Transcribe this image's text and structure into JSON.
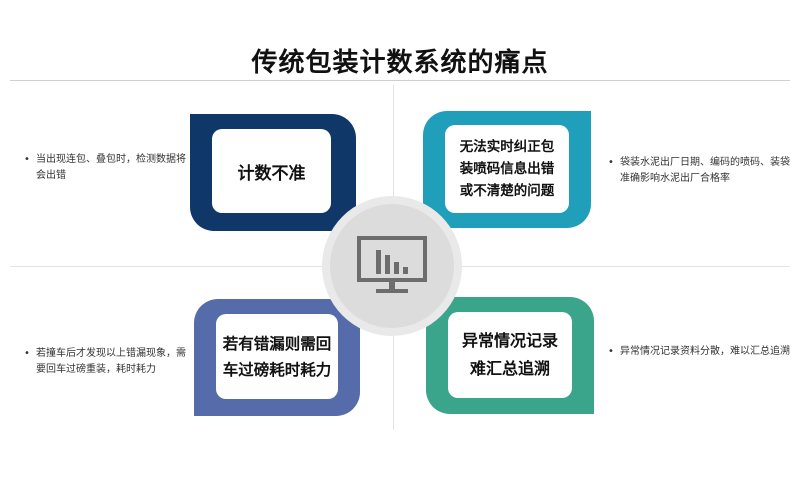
{
  "title": "传统包装计数系统的痛点",
  "colors": {
    "top_left": "#0f3869",
    "top_right": "#1f9fb9",
    "bottom_left": "#566ba9",
    "bottom_right": "#3aa58a",
    "center": "#dcdcdc",
    "icon": "#6d6d6d"
  },
  "center_icon": "monitor-bar-chart-icon",
  "quadrants": {
    "top_left": {
      "label_lines": [
        "计数不准"
      ],
      "note": "当出现连包、叠包时，检测数据将会出错"
    },
    "top_right": {
      "label_lines": [
        "无法实时纠正包",
        "装喷码信息出错",
        "或不清楚的问题"
      ],
      "note": "袋装水泥出厂日期、编码的喷码、装袋准确影响水泥出厂合格率"
    },
    "bottom_left": {
      "label_lines": [
        "若有错漏则需回",
        "车过磅耗时耗力"
      ],
      "note": "若撞车后才发现以上错漏现象，需要回车过磅重装，耗时耗力"
    },
    "bottom_right": {
      "label_lines": [
        "异常情况记录",
        "难汇总追溯"
      ],
      "note": "异常情况记录资料分散，难以汇总追溯"
    }
  }
}
